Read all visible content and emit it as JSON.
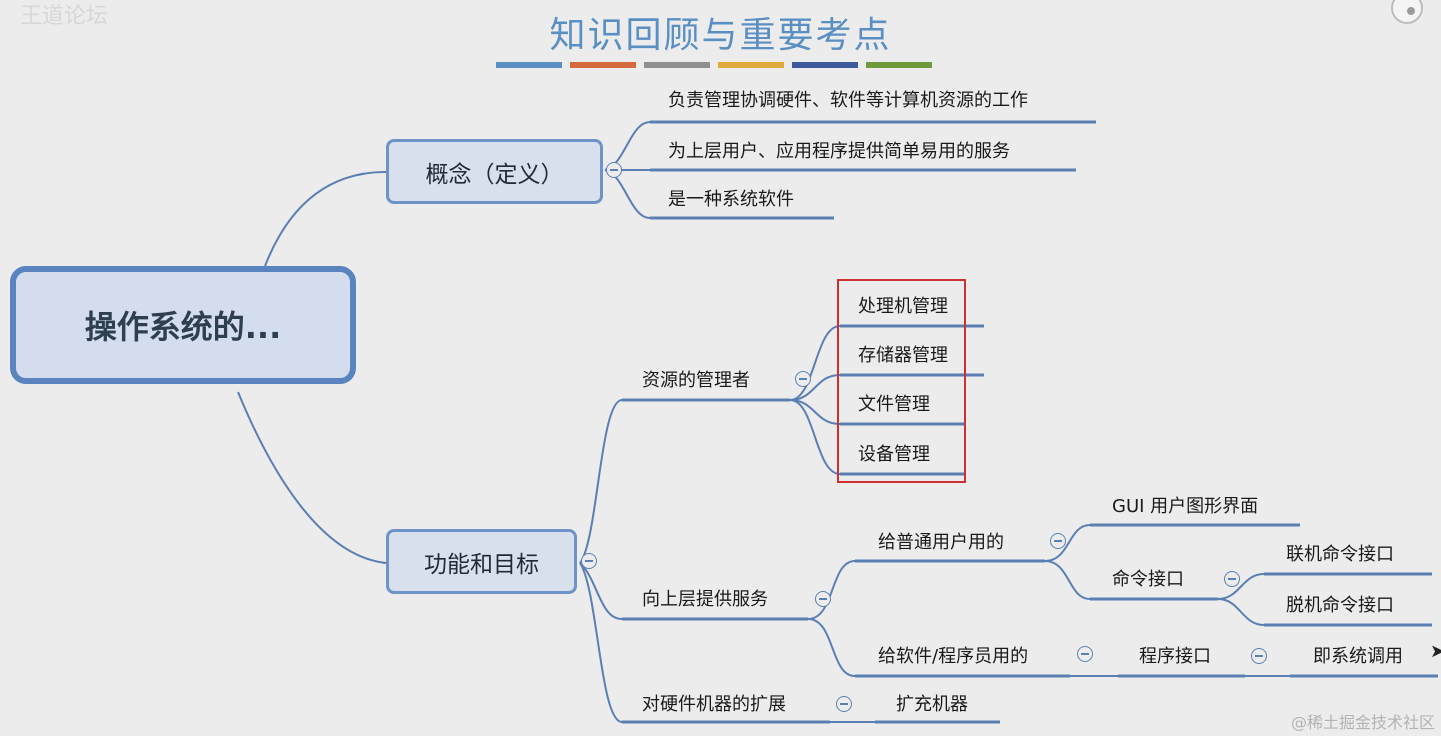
{
  "title": "知识回顾与重要考点",
  "title_bar_colors": [
    "#5a8fc4",
    "#d46a3c",
    "#8f8f8f",
    "#e0a93c",
    "#3d5a9c",
    "#6f9a3c"
  ],
  "watermark_top_left": "王道论坛  ",
  "watermark_bottom_right": "@稀土掘金技术社区",
  "mindmap": {
    "root": "操作系统的...",
    "concept": {
      "label": "概念（定义）",
      "items": [
        "负责管理协调硬件、软件等计算机资源的工作",
        "为上层用户、应用程序提供简单易用的服务",
        "是一种系统软件"
      ]
    },
    "function": {
      "label": "功能和目标",
      "resource_manager": {
        "label": "资源的管理者",
        "items": [
          "处理机管理",
          "存储器管理",
          "文件管理",
          "设备管理"
        ]
      },
      "services": {
        "label": "向上层提供服务",
        "for_users": {
          "label": "给普通用户用的",
          "gui": "GUI 用户图形界面",
          "command": {
            "label": "命令接口",
            "items": [
              "联机命令接口",
              "脱机命令接口"
            ]
          }
        },
        "for_programmers": {
          "label": "给软件/程序员用的",
          "program_interface": "程序接口",
          "syscall": "即系统调用"
        }
      },
      "extension": {
        "label": "对硬件机器的扩展",
        "item": "扩充机器"
      }
    }
  }
}
